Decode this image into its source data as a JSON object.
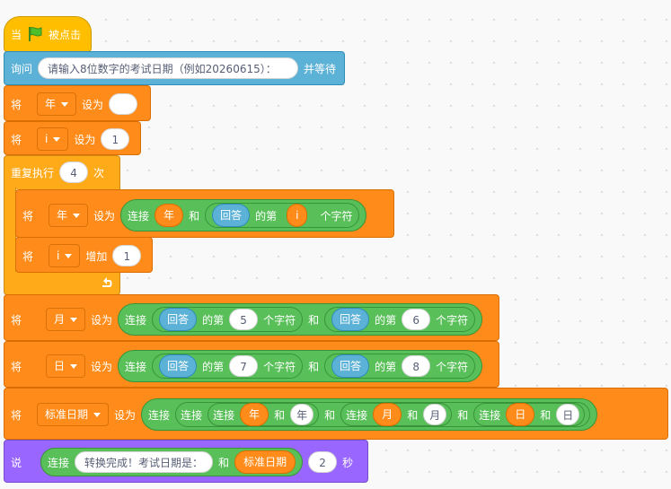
{
  "hat": {
    "when": "当",
    "clicked": "被点击"
  },
  "ask": {
    "label": "询问",
    "prompt": "请输入8位数字的考试日期（例如20260615）：",
    "wait": "并等待"
  },
  "set_year_empty": {
    "label": "将",
    "var": "年",
    "to": "设为",
    "value": ""
  },
  "set_i": {
    "label": "将",
    "var": "i",
    "to": "设为",
    "value": "1"
  },
  "repeat": {
    "label": "重复执行",
    "count": "4",
    "times": "次"
  },
  "set_year_join": {
    "label": "将",
    "var": "年",
    "to": "设为",
    "join": "连接",
    "a": "年",
    "and": "和",
    "answer": "回答",
    "of": "的第",
    "idx": "i",
    "char": "个字符"
  },
  "change_i": {
    "label": "将",
    "var": "i",
    "by": "增加",
    "value": "1"
  },
  "set_month": {
    "label": "将",
    "var": "月",
    "to": "设为",
    "join": "连接",
    "answer": "回答",
    "of": "的第",
    "n1": "5",
    "char": "个字符",
    "and": "和",
    "n2": "6"
  },
  "set_day": {
    "label": "将",
    "var": "日",
    "to": "设为",
    "join": "连接",
    "answer": "回答",
    "of": "的第",
    "n1": "7",
    "char": "个字符",
    "and": "和",
    "n2": "8"
  },
  "set_std": {
    "label": "将",
    "var": "标准日期",
    "to": "设为",
    "join": "连接",
    "and": "和",
    "year": "年",
    "year_lit": "年",
    "month": "月",
    "month_lit": "月",
    "day": "日",
    "day_lit": "日"
  },
  "say": {
    "label": "说",
    "join": "连接",
    "text": "转换完成！考试日期是：",
    "and": "和",
    "var": "标准日期",
    "secs": "2",
    "unit": "秒"
  },
  "colors": {
    "event": "#ffbf00",
    "sensing": "#5cb1d6",
    "variables": "#ff8c1a",
    "control": "#ffab19",
    "operators": "#59c059",
    "looks": "#9966ff"
  }
}
